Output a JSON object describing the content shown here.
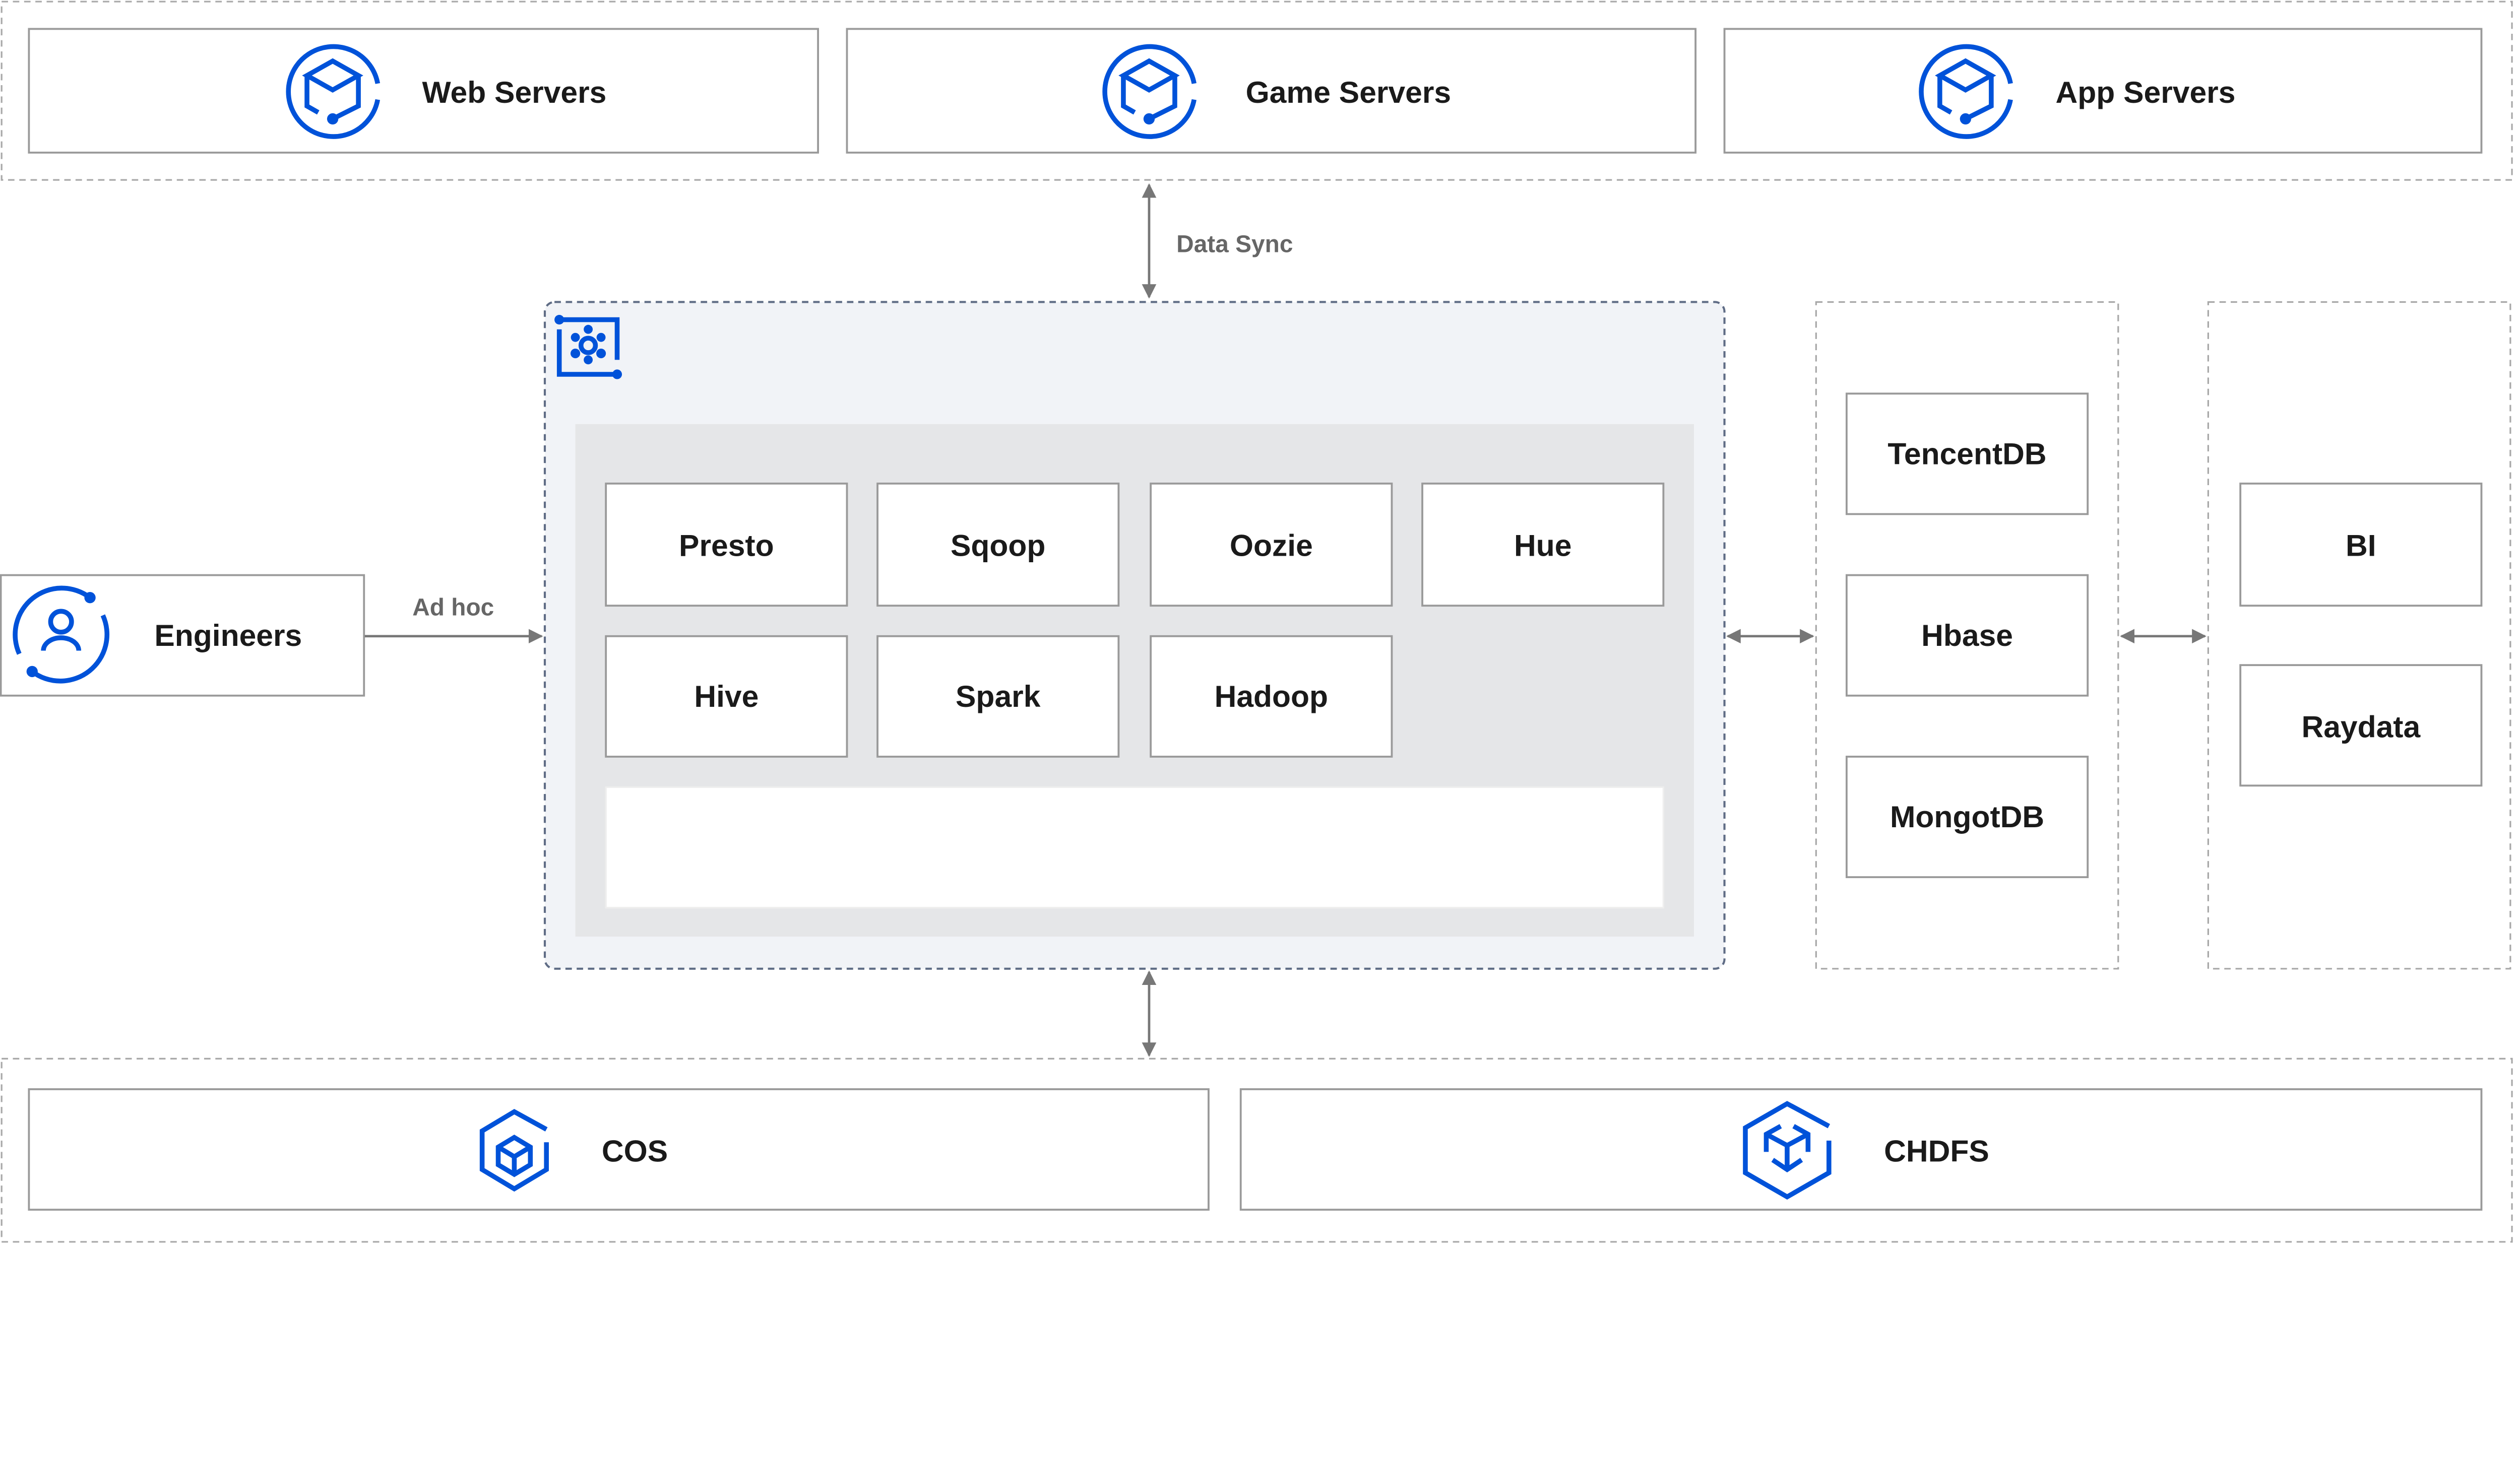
{
  "colors": {
    "accent": "#0052d9",
    "platform_bg": "#f1f3f7",
    "inner_bg": "#e5e6e8",
    "text": "#1a1a1a",
    "edge_label": "#666666"
  },
  "sources": [
    {
      "label": "Web Servers",
      "icon": "server-cube-icon"
    },
    {
      "label": "Game Servers",
      "icon": "server-cube-icon"
    },
    {
      "label": "App Servers",
      "icon": "server-cube-icon"
    }
  ],
  "edges": {
    "data_sync": "Data Sync",
    "ad_hoc": "Ad hoc"
  },
  "user": {
    "label": "Engineers",
    "icon": "user-icon"
  },
  "platform": {
    "icon": "emr-cluster-icon",
    "components": [
      "Presto",
      "Sqoop",
      "Oozie",
      "Hue",
      "Hive",
      "Spark",
      "Hadoop"
    ]
  },
  "databases": [
    "TencentDB",
    "Hbase",
    "MongotDB"
  ],
  "analytics": [
    "BI",
    "Raydata"
  ],
  "storage": [
    {
      "label": "COS",
      "icon": "cos-storage-icon"
    },
    {
      "label": "CHDFS",
      "icon": "chdfs-storage-icon"
    }
  ]
}
